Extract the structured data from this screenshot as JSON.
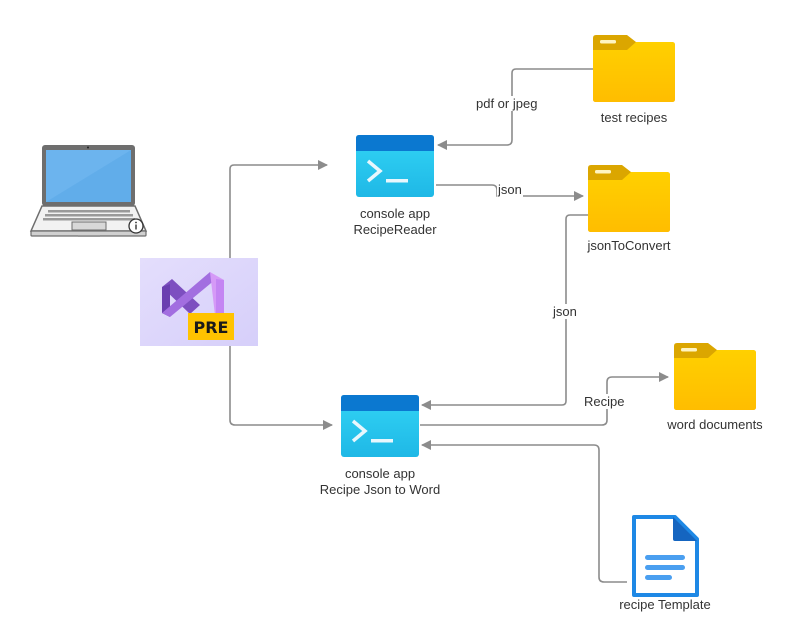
{
  "colors": {
    "edge": "#8c8c8c",
    "folder_body": "#ffc800",
    "folder_tab": "#dba600",
    "console_title": "#0b78d0",
    "console_body": "#32d4f5",
    "doc_blue": "#1e88e5",
    "vs_bg": "#dcd6fb",
    "vs_badge": "#ffc300"
  },
  "nodes": {
    "laptop": {
      "icon": "laptop-icon"
    },
    "vs_preview": {
      "icon": "visual-studio-preview-icon",
      "badge": "PRE"
    },
    "recipe_reader": {
      "icon": "console-app-icon",
      "line1": "console app",
      "line2": "RecipeReader"
    },
    "json_to_word": {
      "icon": "console-app-icon",
      "line1": "console app",
      "line2": "Recipe Json to Word"
    },
    "test_recipes": {
      "icon": "folder-icon",
      "label": "test recipes"
    },
    "json_to_convert": {
      "icon": "folder-icon",
      "label": "jsonToConvert"
    },
    "word_documents": {
      "icon": "folder-icon",
      "label": "word documents"
    },
    "recipe_template": {
      "icon": "document-icon",
      "label": "recipe Template"
    }
  },
  "edges": [
    {
      "from": "vs_preview",
      "to": "recipe_reader",
      "label": ""
    },
    {
      "from": "vs_preview",
      "to": "json_to_word",
      "label": ""
    },
    {
      "from": "test_recipes",
      "to": "recipe_reader",
      "label": "pdf or jpeg"
    },
    {
      "from": "recipe_reader",
      "to": "json_to_convert",
      "label": "json"
    },
    {
      "from": "json_to_convert",
      "to": "json_to_word",
      "label": "json"
    },
    {
      "from": "json_to_word",
      "to": "word_documents",
      "label": "Recipe"
    },
    {
      "from": "recipe_template",
      "to": "json_to_word",
      "label": ""
    }
  ]
}
